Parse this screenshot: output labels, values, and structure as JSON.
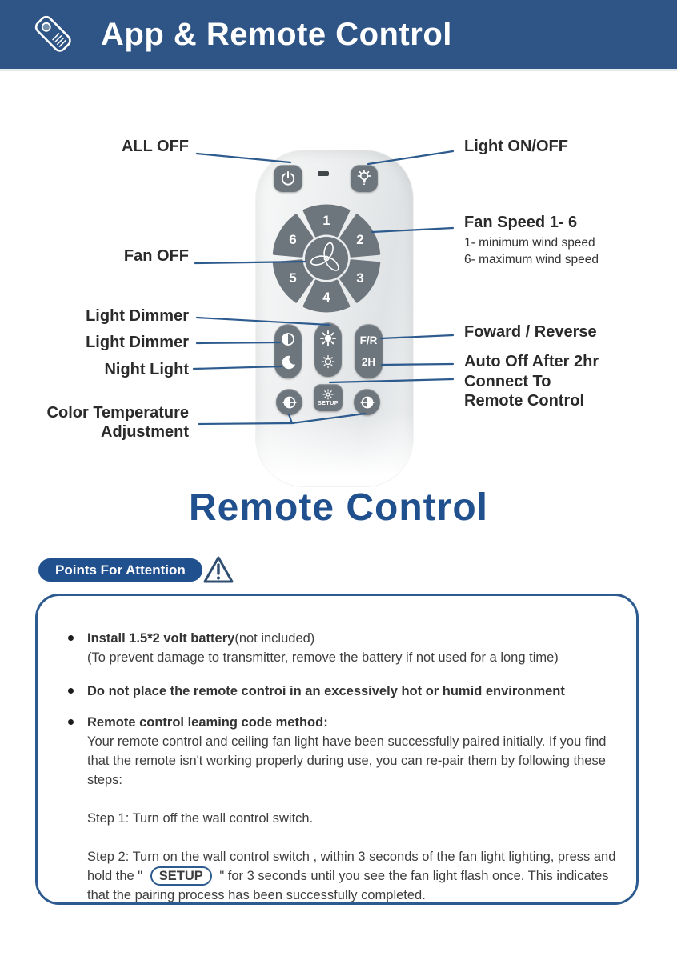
{
  "header": {
    "title": "App & Remote Control"
  },
  "colors": {
    "navy": "#2e5586",
    "title_blue": "#21508e",
    "callout_line": "#2e5b8e",
    "button_gray": "#6d757d"
  },
  "icons": {
    "header": "remote-control-icon",
    "power": "power-icon",
    "light": "light-bulb-icon",
    "fan": "fan-blades-icon",
    "dimmer_down": "contrast-icon",
    "night": "moon-stars-icon",
    "dimmer_up": "sun-bright-icon",
    "dimmer_low": "sun-dim-icon",
    "color_temp": "color-temperature-icon",
    "warning": "warning-triangle-icon"
  },
  "remote": {
    "fan_numbers": [
      "1",
      "2",
      "3",
      "4",
      "5",
      "6"
    ],
    "fr_label": "F/R",
    "two_hour_label": "2H",
    "setup_label": "SETUP"
  },
  "labels_left": {
    "all_off": "ALL OFF",
    "fan_off": "Fan OFF",
    "light_dimmer_1": "Light Dimmer",
    "light_dimmer_2": "Light Dimmer",
    "night_light": "Night Light",
    "color_temp_line1": "Color Temperature",
    "color_temp_line2": "Adjustment"
  },
  "labels_right": {
    "light_onoff": "Light ON/OFF",
    "fan_speed_title": "Fan Speed 1- 6",
    "fan_speed_min": "1- minimum wind speed",
    "fan_speed_max": "6- maximum wind speed",
    "forward_reverse": "Foward / Reverse",
    "auto_off": "Auto Off After 2hr",
    "connect_line1": "Connect To",
    "connect_line2": "Remote Control"
  },
  "section_title": "Remote Control",
  "attention": {
    "badge": "Points For Attention",
    "bullet1_bold": "Install 1.5*2 volt battery",
    "bullet1_regular": "(not included)",
    "bullet1_line2": "(To prevent damage to transmitter, remove the battery if not used for a long time)",
    "bullet2": "Do not place the remote controi in an excessively hot or humid environment",
    "bullet3_bold": "Remote control leaming code method:",
    "bullet3_body": "Your remote control and ceiling fan light have been successfully paired initially. If you find that the remote isn't working properly during use, you can re-pair them by following these steps:",
    "step1": "Step 1: Turn off the wall control switch.",
    "step2_part1": "Step 2: Turn on the wall control switch ,  within 3 seconds of the fan light lighting, press and hold the \" ",
    "setup_pill": "SETUP",
    "step2_part2": " \" for 3 seconds until you see the fan light flash once. This indicates that the pairing process has been successfully completed."
  }
}
